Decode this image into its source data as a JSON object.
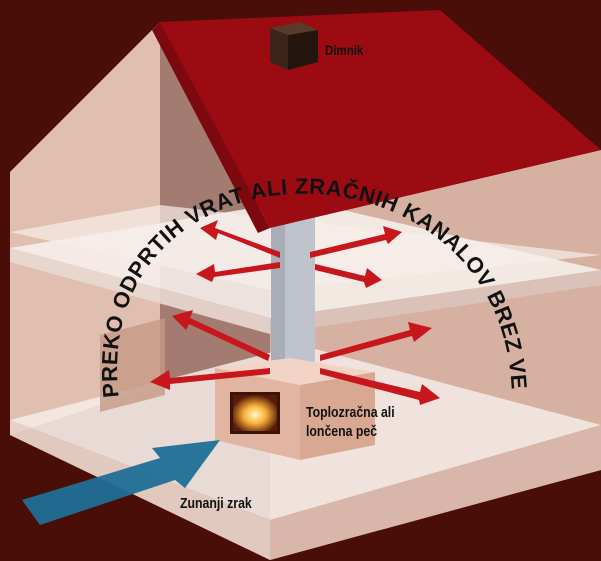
{
  "labels": {
    "chimney": "Dimnik",
    "stove_line1": "Toplozračna ali",
    "stove_line2": "lončena peč",
    "outside_air": "Zunanji zrak"
  },
  "arc_text": "KROŽENJE PREKO ODPRTIH VRAT ALI ZRAČNIH KANALOV BREZ VENTILATORJA",
  "colors": {
    "background": "#4a0e08",
    "roof": "#9c0a12",
    "arrow_red": "#c8161d",
    "arrow_blue": "#1f6f96",
    "house_wall": "#e8c8b8",
    "floor_slab": "#f4ece8",
    "stove": "#e2b5a2",
    "chimney_pipe": "#bfc3cc",
    "chimney_top": "#3b2418"
  },
  "icons": {
    "fire": "fire-icon",
    "chimney": "chimney-icon"
  }
}
